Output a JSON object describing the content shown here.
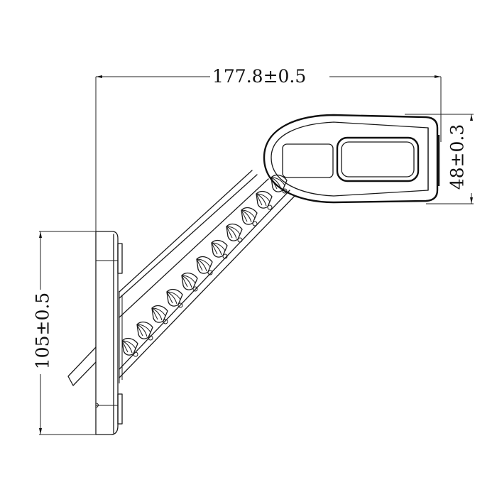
{
  "drawing": {
    "subject": "side marker lamp on angled stalk arm",
    "line_color": "#1a1a1a",
    "background": "#ffffff"
  },
  "dimensions": {
    "overall_width": {
      "label": "177.8±0.5",
      "value": 177.8,
      "tolerance": 0.5,
      "orientation": "horizontal"
    },
    "head_height": {
      "label": "48±0.3",
      "value": 48,
      "tolerance": 0.3,
      "orientation": "vertical"
    },
    "base_height": {
      "label": "105±0.5",
      "value": 105,
      "tolerance": 0.5,
      "orientation": "vertical"
    }
  },
  "parts": {
    "head": {
      "lens_left": "rectangular lens",
      "lens_right": "framed rectangular lens"
    },
    "arm": {
      "ribs": 11
    },
    "base": {
      "mount_tabs": 2
    },
    "cable": "cable exiting base"
  }
}
